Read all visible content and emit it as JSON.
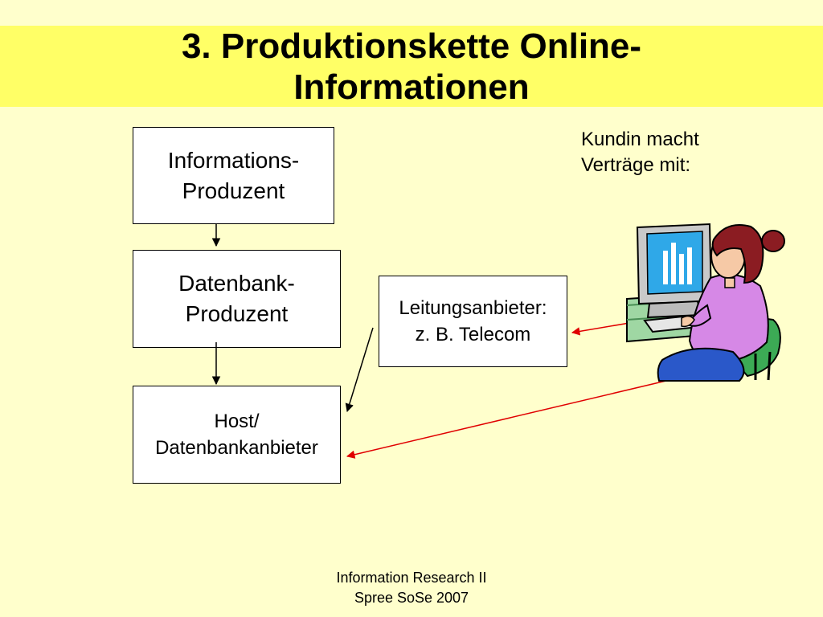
{
  "slide": {
    "title": "3. Produktionskette Online-\nInformationen",
    "footer": "Information Research II\nSpree SoSe 2007"
  },
  "diagram": {
    "nodes": {
      "information_producer": "Informations-\nProduzent",
      "database_producer": "Datenbank-\nProduzent",
      "host": "Host/\nDatenbankanbieter",
      "line_provider": "Leitungsanbieter:\nz. B. Telecom"
    },
    "note": "Kundin macht\nVerträge mit:",
    "edges": [
      {
        "from": "information_producer",
        "to": "database_producer",
        "color": "#000000"
      },
      {
        "from": "database_producer",
        "to": "host",
        "color": "#000000"
      },
      {
        "from": "line_provider",
        "to": "host",
        "color": "#000000"
      },
      {
        "from": "customer",
        "to": "line_provider",
        "color": "#e00000"
      },
      {
        "from": "customer",
        "to": "host",
        "color": "#e00000"
      }
    ],
    "customer_icon": "woman-at-computer-icon"
  },
  "colors": {
    "background": "#ffffcc",
    "title_band": "#ffff66",
    "arrow_red": "#e00000"
  }
}
